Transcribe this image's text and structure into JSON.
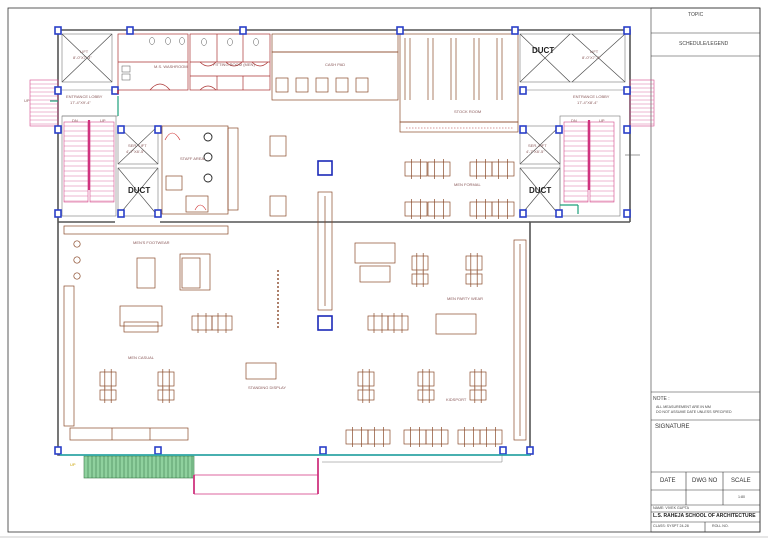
{
  "title_block": {
    "topic": "TOPIC",
    "schedule": "SCHEDULE/LEGEND",
    "note_heading": "NOTE :",
    "note_line1": "ALL MEASUREMENT ARE IN MM",
    "note_line2": "DO NOT ASSUME DATE UNLESS SPECIFIED",
    "signature": "SIGNATURE",
    "date_label": "DATE",
    "dwg_label": "DWG NO",
    "scale_label": "SCALE",
    "scale_value": "1:80",
    "name": "NAME: VIVEK GUPTA",
    "school": "L.S. RAHEJA SCHOOL OF ARCHITECTURE",
    "class": "CLASS: SYSPT 24-28",
    "roll": "ROLL NO."
  },
  "plan": {
    "duct": "DUCT",
    "lift_left": "LIFT",
    "lift_left_dim": "8'-0\"X7'-3\"",
    "lift_right": "LIFT",
    "lift_right_dim": "8'-0\"X7'-3\"",
    "svc_lift": "SER. LIFT",
    "svc_lift_dim": "4'-7\"X8'-5\"",
    "lobby_left": "ENTRANCE LOBBY",
    "lobby_left_dim": "17'-4\"X9'-4\"",
    "lobby_right": "ENTRANCE LOBBY",
    "lobby_right_dim": "17'-4\"X8'-4\"",
    "washroom": "M.S. WASHROOM",
    "fitting_rooms": "FITTING ROOM (MEN)",
    "cash_pad": "CASH PAD",
    "stock_room": "STOCK ROOM",
    "staff_area": "STAFF AREA",
    "men_formal": "MEN FORMAL",
    "mens_footwear": "MEN'S FOOTWEAR",
    "men_party_wear": "MEN PARTY WEAR",
    "men_casual": "MEN CASUAL",
    "display_area": "STANDING DISPLAY",
    "kidsport": "KIDSPORT",
    "up": "UP",
    "dn": "DN"
  }
}
